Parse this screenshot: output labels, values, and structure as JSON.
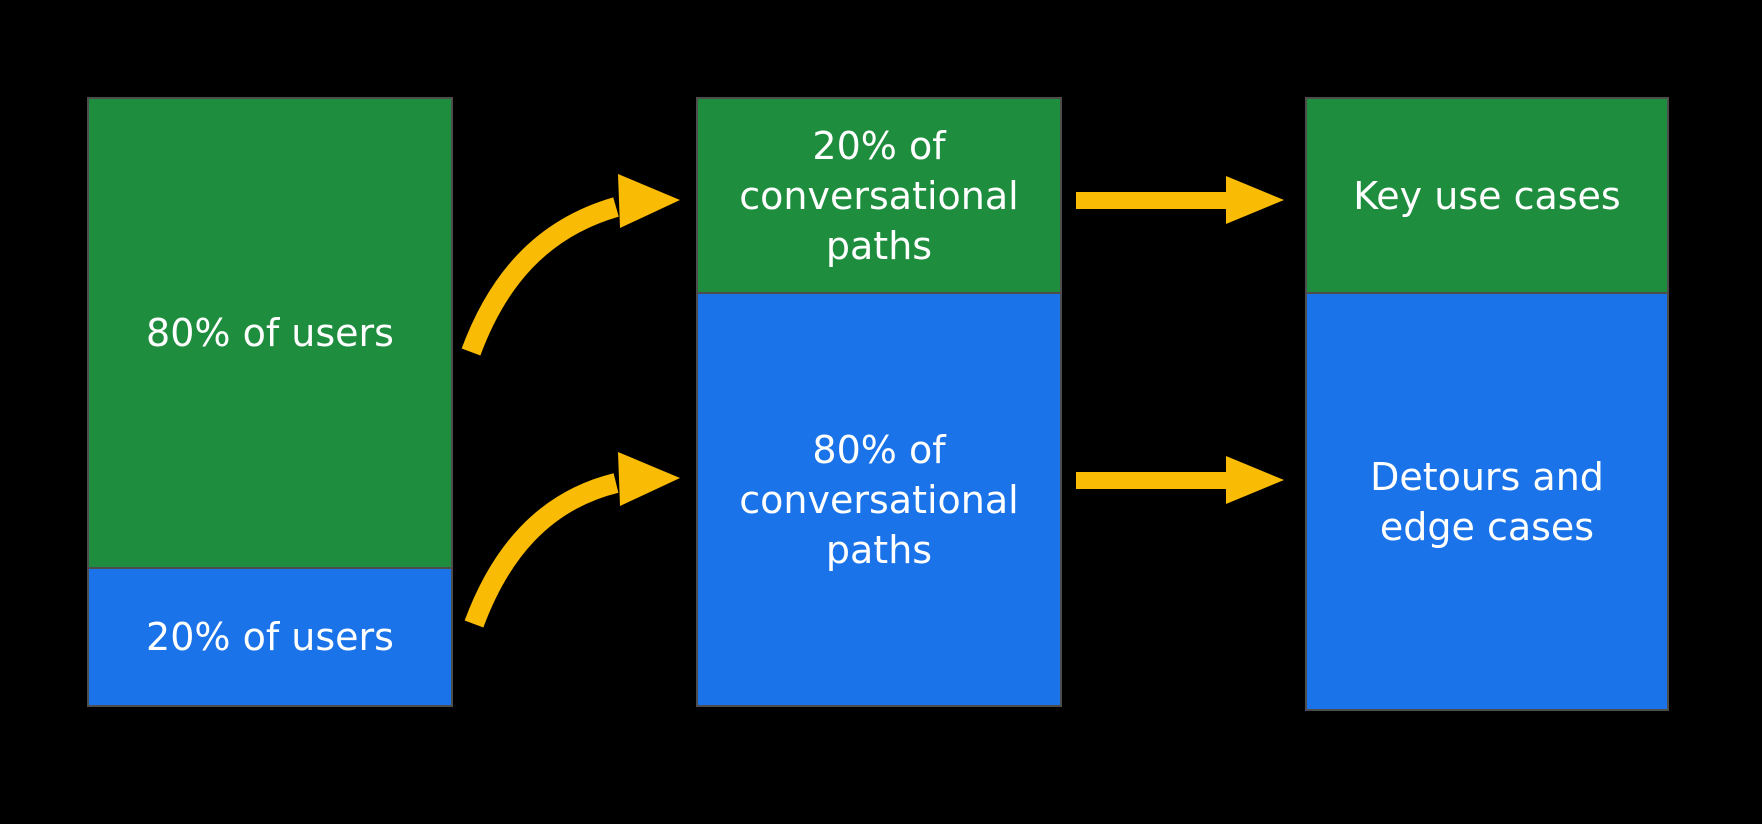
{
  "colors": {
    "background": "#000000",
    "segment_green": "#1E8E3E",
    "segment_blue": "#1A73E8",
    "arrow_yellow": "#FABB05",
    "bar_border": "#4D4D4D",
    "label_text": "#FFFFFF"
  },
  "diagram": {
    "columns": [
      {
        "name": "users",
        "segments": [
          {
            "label": "80% of users",
            "percent_of_column": 80,
            "color": "#1E8E3E"
          },
          {
            "label": "20% of users",
            "percent_of_column": 20,
            "color": "#1A73E8"
          }
        ]
      },
      {
        "name": "conversational-paths",
        "segments": [
          {
            "label": "20% of conversational paths",
            "percent_of_column": 20,
            "color": "#1E8E3E"
          },
          {
            "label": "80% of conversational paths",
            "percent_of_column": 80,
            "color": "#1A73E8"
          }
        ]
      },
      {
        "name": "use-cases",
        "segments": [
          {
            "label": "Key use cases",
            "color": "#1E8E3E"
          },
          {
            "label": "Detours and edge cases",
            "color": "#1A73E8"
          }
        ]
      }
    ],
    "arrows": [
      {
        "name": "curved-arrow-users80-to-paths20",
        "from": "80% of users",
        "to": "20% of conversational paths"
      },
      {
        "name": "curved-arrow-users20-to-paths80",
        "from": "20% of users",
        "to": "80% of conversational paths"
      },
      {
        "name": "straight-arrow-paths20-to-key-use-cases",
        "from": "20% of conversational paths",
        "to": "Key use cases"
      },
      {
        "name": "straight-arrow-paths80-to-detours",
        "from": "80% of conversational paths",
        "to": "Detours and edge cases"
      }
    ]
  }
}
